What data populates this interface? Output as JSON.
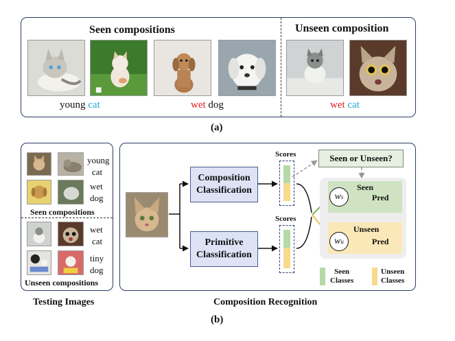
{
  "panel_a": {
    "seen_title": "Seen compositions",
    "unseen_title": "Unseen composition",
    "label_young": "young",
    "label_cat": "cat",
    "label_wet": "wet",
    "label_dog": "dog",
    "label_wet2": "wet",
    "label_cat2": "cat",
    "caption": "(a)"
  },
  "panel_b": {
    "testing": {
      "labels": [
        "young",
        "cat",
        "wet",
        "dog",
        "wet",
        "cat",
        "tiny",
        "dog"
      ],
      "seen_caption": "Seen compositions",
      "unseen_caption": "Unseen compositions",
      "title": "Testing Images"
    },
    "recognition": {
      "scores_top": "Scores",
      "scores_bottom": "Scores",
      "composition_box": [
        "Composition",
        "Classification"
      ],
      "primitive_box": [
        "Primitive",
        "Classification"
      ],
      "seen_or_unseen": "Seen or Unseen?",
      "seen_label": "Seen",
      "unseen_label": "Unseen",
      "pred_top": "Pred",
      "pred_bottom": "Pred",
      "ws": "w",
      "ws_sub": "s",
      "wu": "w",
      "wu_sub": "u",
      "legend_seen": [
        "Seen",
        "Classes"
      ],
      "legend_unseen": [
        "Unseen",
        "Classes"
      ],
      "title": "Composition Recognition"
    },
    "caption": "(b)"
  },
  "colors": {
    "frame": "#2b3a67",
    "seen_green": "#cfe3c2",
    "unseen_yellow": "#fbe8b8",
    "bar_green": "#b5d9a8",
    "bar_yellow": "#f8da8c",
    "box_blue": "#dde3f5",
    "red_word": "#e02020",
    "blue_word": "#1fa8d8"
  }
}
